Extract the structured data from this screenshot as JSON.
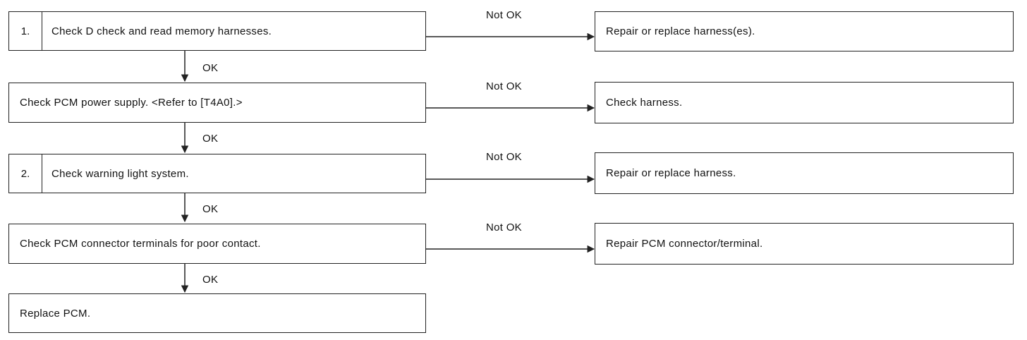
{
  "flow": {
    "steps": [
      {
        "number": "1.",
        "text": "Check D check and read memory harnesses."
      },
      {
        "number": "",
        "text": "Check PCM power supply. <Refer to [T4A0].>"
      },
      {
        "number": "2.",
        "text": "Check warning light system."
      },
      {
        "number": "",
        "text": "Check PCM connector terminals for poor contact."
      },
      {
        "number": "",
        "text": "Replace PCM."
      }
    ],
    "remedies": [
      {
        "text": "Repair or replace harness(es)."
      },
      {
        "text": "Check harness."
      },
      {
        "text": "Repair or replace harness."
      },
      {
        "text": "Repair PCM connector/terminal."
      }
    ],
    "branch_labels": {
      "not_ok": [
        "Not OK",
        "Not OK",
        "Not OK",
        "Not OK"
      ],
      "ok": [
        "OK",
        "OK",
        "OK",
        "OK"
      ]
    }
  }
}
